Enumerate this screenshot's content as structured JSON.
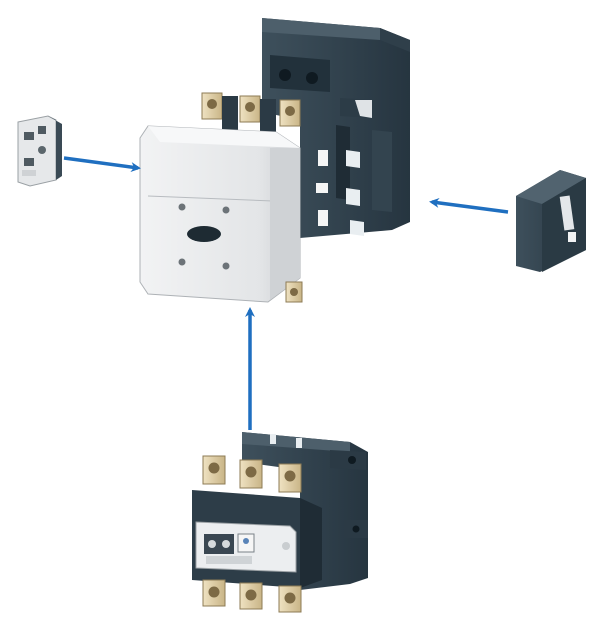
{
  "scene": {
    "background": "#ffffff",
    "arrow_color": "#1f6fc0",
    "colors": {
      "housing_dark": "#2a3a44",
      "housing_mid": "#3b4c57",
      "housing_light": "#4d5f6b",
      "cover_light": "#eceef0",
      "cover_mid": "#d4d7da",
      "cover_shade": "#b8bcc0",
      "terminal_brass": "#d9c8a0",
      "terminal_dark": "#a89570",
      "edge_light": "#ffffff"
    },
    "components": [
      {
        "id": "contactor",
        "icon": "contactor-icon"
      },
      {
        "id": "auxiliary-contact-block-left",
        "icon": "aux-contact-icon"
      },
      {
        "id": "auxiliary-contact-block-right",
        "icon": "aux-contact-icon"
      },
      {
        "id": "thermal-overload-relay",
        "icon": "overload-relay-icon"
      }
    ],
    "arrows": [
      {
        "from": "auxiliary-contact-block-left",
        "to": "contactor",
        "direction": "right"
      },
      {
        "from": "auxiliary-contact-block-right",
        "to": "contactor",
        "direction": "left"
      },
      {
        "from": "thermal-overload-relay",
        "to": "contactor",
        "direction": "up"
      }
    ]
  }
}
